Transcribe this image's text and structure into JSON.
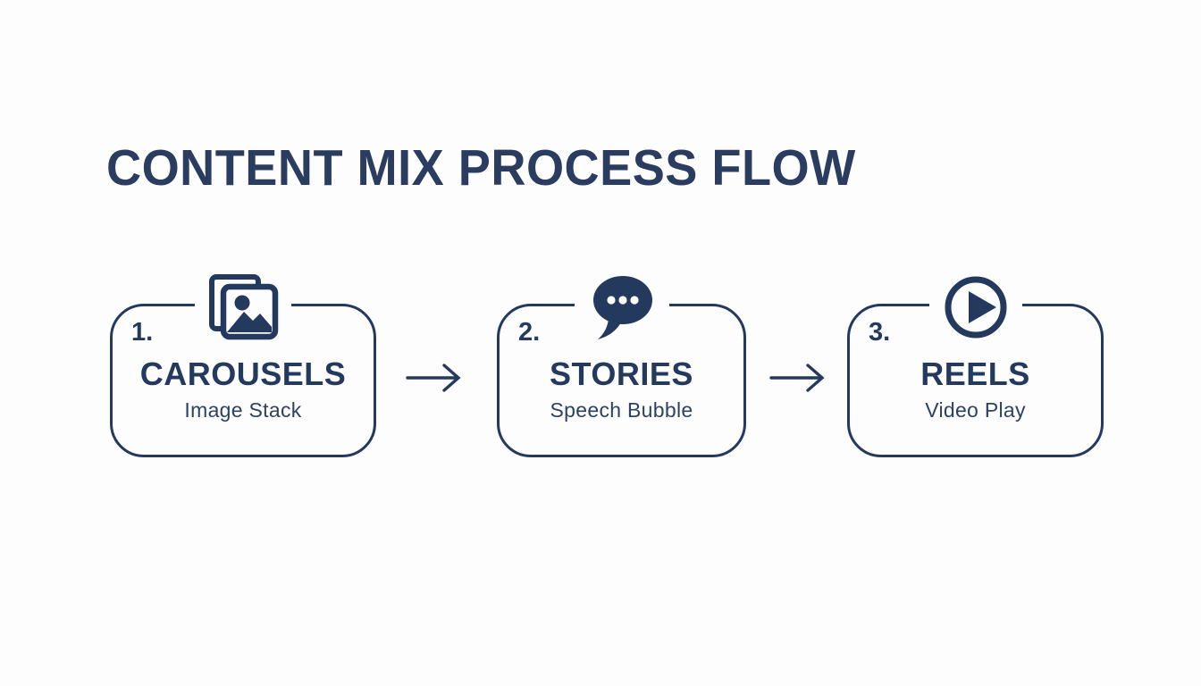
{
  "title": "CONTENT MIX PROCESS FLOW",
  "colors": {
    "navy": "#24395e",
    "background": "#fdfdfd"
  },
  "steps": [
    {
      "number": "1.",
      "label": "CAROUSELS",
      "sublabel": "Image Stack",
      "icon": "image-stack-icon"
    },
    {
      "number": "2.",
      "label": "STORIES",
      "sublabel": "Speech Bubble",
      "icon": "speech-bubble-icon"
    },
    {
      "number": "3.",
      "label": "REELS",
      "sublabel": "Video Play",
      "icon": "play-circle-icon"
    }
  ],
  "connectors": [
    {
      "type": "arrow-right"
    },
    {
      "type": "arrow-right"
    }
  ]
}
